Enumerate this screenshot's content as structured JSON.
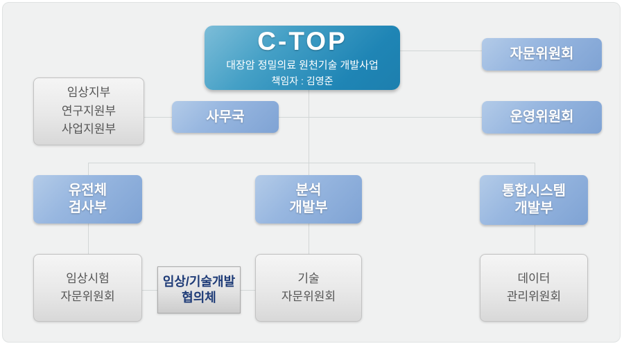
{
  "page": {
    "background": "#ffffff",
    "panel_background": "#f0f1f1"
  },
  "colors": {
    "root_box_blue": "#1f85b5",
    "member_box_blue": "#8fb1dc",
    "gray_box": "#e3e3e3",
    "council_text_navy": "#1e3b77",
    "connector_gray": "#d2d6d6",
    "white_text": "#ffffff",
    "gray_text": "#555555"
  },
  "chart": {
    "root": {
      "title": "C-TOP",
      "subtitle": "대장암 정밀의료 원천기술 개발사업",
      "manager": "책임자 : 김영준"
    },
    "advisory_committee": {
      "label": "자문위원회"
    },
    "steering_committee": {
      "label": "운영위원회"
    },
    "secretariat": {
      "label": "사무국"
    },
    "support_divisions": {
      "lines": [
        "임상지부",
        "연구지원부",
        "사업지원부"
      ]
    },
    "departments": [
      {
        "label": "유전체\n검사부"
      },
      {
        "label": "분석\n개발부"
      },
      {
        "label": "통합시스템\n개발부"
      }
    ],
    "subcommittees": [
      {
        "label": "임상시험\n자문위원회"
      },
      {
        "label": "임상/기술개발\n협의체"
      },
      {
        "label": "기술\n자문위원회"
      },
      {
        "label": "데이터\n관리위원회"
      }
    ]
  }
}
